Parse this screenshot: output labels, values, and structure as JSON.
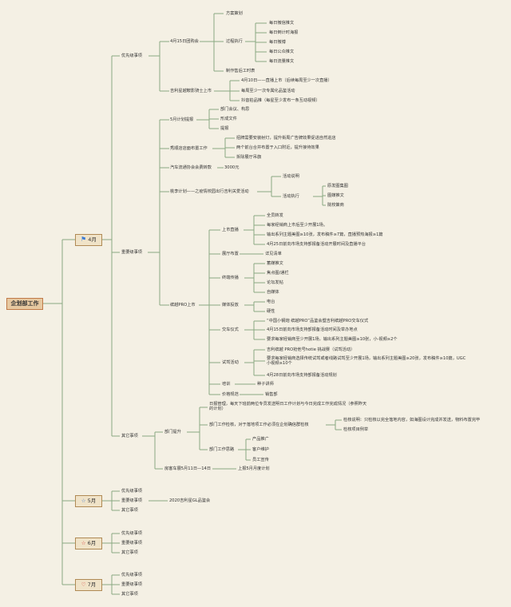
{
  "root": "企划部工作",
  "months": [
    {
      "label": "4月",
      "icon": "blue-flag-icon"
    },
    {
      "label": "5月",
      "icon": "blue-star-icon"
    },
    {
      "label": "6月",
      "icon": "red-star-icon"
    },
    {
      "label": "7月",
      "icon": "red-heart-icon"
    }
  ],
  "april": {
    "priority": {
      "label": "优先级事项",
      "event415": {
        "label": "4月15日团购会",
        "plan": "方案策划",
        "execution": "过程执行",
        "exec_items": [
          "每日微信推文",
          "每日倒计时海报",
          "每日微博",
          "每日公众推文",
          "每日流量推文"
        ],
        "summary": "制作售后工时表"
      },
      "jili": {
        "label": "吉利星越鞍影骑士上市",
        "items": [
          "4月10日——直播上市（后续每周至少一次直播）",
          "每周至少一次专属化品鉴活动",
          "抖音拍品推（每星至少发布一条互动视频）"
        ]
      }
    },
    "important": {
      "label": "重要级事项",
      "may_plan": {
        "label": "5月计划提报",
        "items": [
          "部门会议、构思",
          "形成文件",
          "提报"
        ]
      },
      "showroom": {
        "label": "秀顺店店面布置工作",
        "items": [
          "招牌需要安装射灯，提升街周广告牌效果促进自然进店",
          "两个前台合并布置于入口附近，提升接待效果",
          "拆除展厅吊旗"
        ]
      },
      "auto_expo": {
        "label": "汽车流通协会会费转款",
        "value": "3000元"
      },
      "campus": {
        "label": "桃李计划——之疫情校园出行吉利关爱活动",
        "items": [
          "活动说明",
          "活动执行"
        ],
        "exec_items": [
          "原发图集图",
          "图媒推文",
          "院校策商"
        ]
      },
      "binyue": {
        "label": "缤越PRO上市",
        "launch": {
          "label": "上市直播",
          "items": [
            "全员转发",
            "每家经销商上市后至少开展1场。",
            "输出系列主题美图≥10张，发布稿件≥7篇，直播预热海报≥1篇",
            "4月25日前向市场支持部报备活动开展时间及直播平台"
          ]
        },
        "hall": {
          "label": "展厅布置",
          "value": "详见清单"
        },
        "terminal": {
          "label": "终端传播",
          "items": [
            "蓄媒推文",
            "焦点图/通栏",
            "论坛发帖",
            "自媒体"
          ]
        },
        "media": {
          "label": "媒体投放",
          "items": [
            "电台",
            "硬性"
          ]
        },
        "delivery": {
          "label": "交车仪式",
          "items": [
            "“中国小钢炮 缤越PRO”品鉴会暨吉利缤越PRO交车仪式",
            "4月15日前向市场支持部报备活动时间及举办地点",
            "要求每家经销商至少开展1场，输出系列主题美图≥10张，小·视频≥2个"
          ]
        },
        "testdrive": {
          "label": "试驾活动",
          "items": [
            "吉利缤越 PRO抢他号hotie 挑战赛（试驾活动）",
            "要求每家经销商选择传统试驾或者线路试驾至少开展1场，输出系列主题美图≥20张，发布稿件≥10篇，UGC小视频≥10个",
            "4月28日前向市场支持部报备活动规划"
          ]
        },
        "training": {
          "label": "培训",
          "value": "种子讲师"
        },
        "price": {
          "label": "价格规范",
          "value": "销售部"
        }
      }
    },
    "other": {
      "label": "其它事项",
      "dept_up": {
        "label": "部门提升",
        "daily": "日报管理，每天下班前两位专员发送明日工作计划与今日完成工作完成情况（参照昨天的计划）",
        "inspection": {
          "label": "部门工作检核，对于落地项工作必须在企划确信群检核",
          "items": [
            "检核说明：只检核以完全落地内容，如海图设计完成并发送，物料布置完毕",
            "检核项目例举"
          ]
        },
        "thinking": {
          "label": "部门工作思路",
          "items": [
            "产品推广",
            "客户维护",
            "员工宣传"
          ]
        }
      },
      "car_show": {
        "label": "房客车展5月11日—14日",
        "value": "上报5月月度计划"
      }
    }
  },
  "may": {
    "items": [
      "优先级事项",
      "重要级事项",
      "其它事项"
    ],
    "important_child": "2020吉利星GL品鉴会"
  },
  "june": {
    "items": [
      "优先级事项",
      "重要级事项",
      "其它事项"
    ]
  },
  "july": {
    "items": [
      "优先级事项",
      "重要级事项",
      "其它事项"
    ]
  },
  "colors": {
    "line": "#8aa982",
    "root_fill": "#e7c9a1",
    "month_fill": "#f0e3c8",
    "background": "#f4f0e4"
  }
}
